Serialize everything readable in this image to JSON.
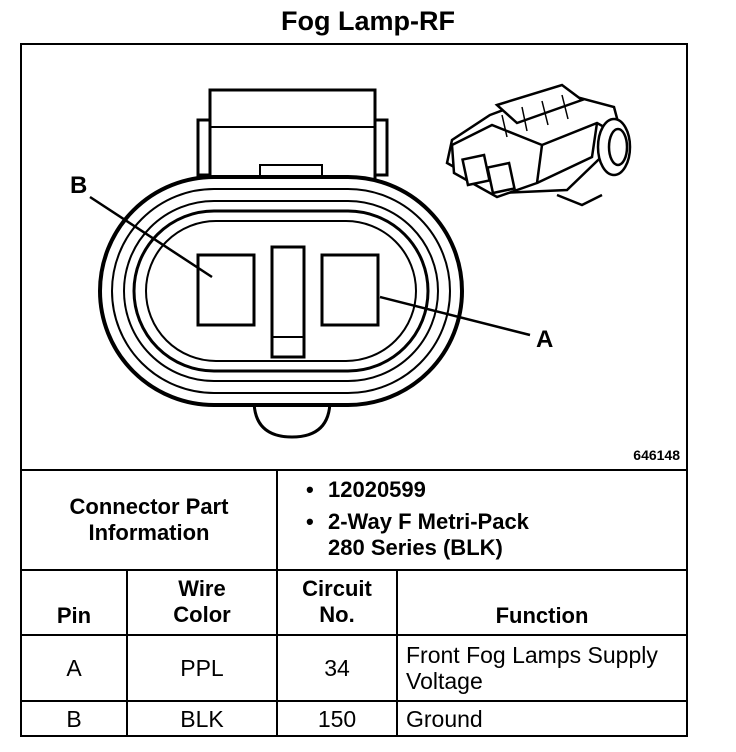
{
  "title": "Fog Lamp-RF",
  "diagram": {
    "label_b": "B",
    "label_a": "A",
    "ref_number": "646148"
  },
  "connector_info": {
    "label": "Connector Part Information",
    "items": [
      "12020599",
      "2-Way F Metri-Pack",
      "280 Series (BLK)"
    ]
  },
  "table": {
    "headers": [
      "Pin",
      "Wire Color",
      "Circuit No.",
      "Function"
    ],
    "rows": [
      {
        "pin": "A",
        "color": "PPL",
        "circuit": "34",
        "function": "Front Fog Lamps Supply Voltage"
      },
      {
        "pin": "B",
        "color": "BLK",
        "circuit": "150",
        "function": "Ground"
      }
    ]
  }
}
